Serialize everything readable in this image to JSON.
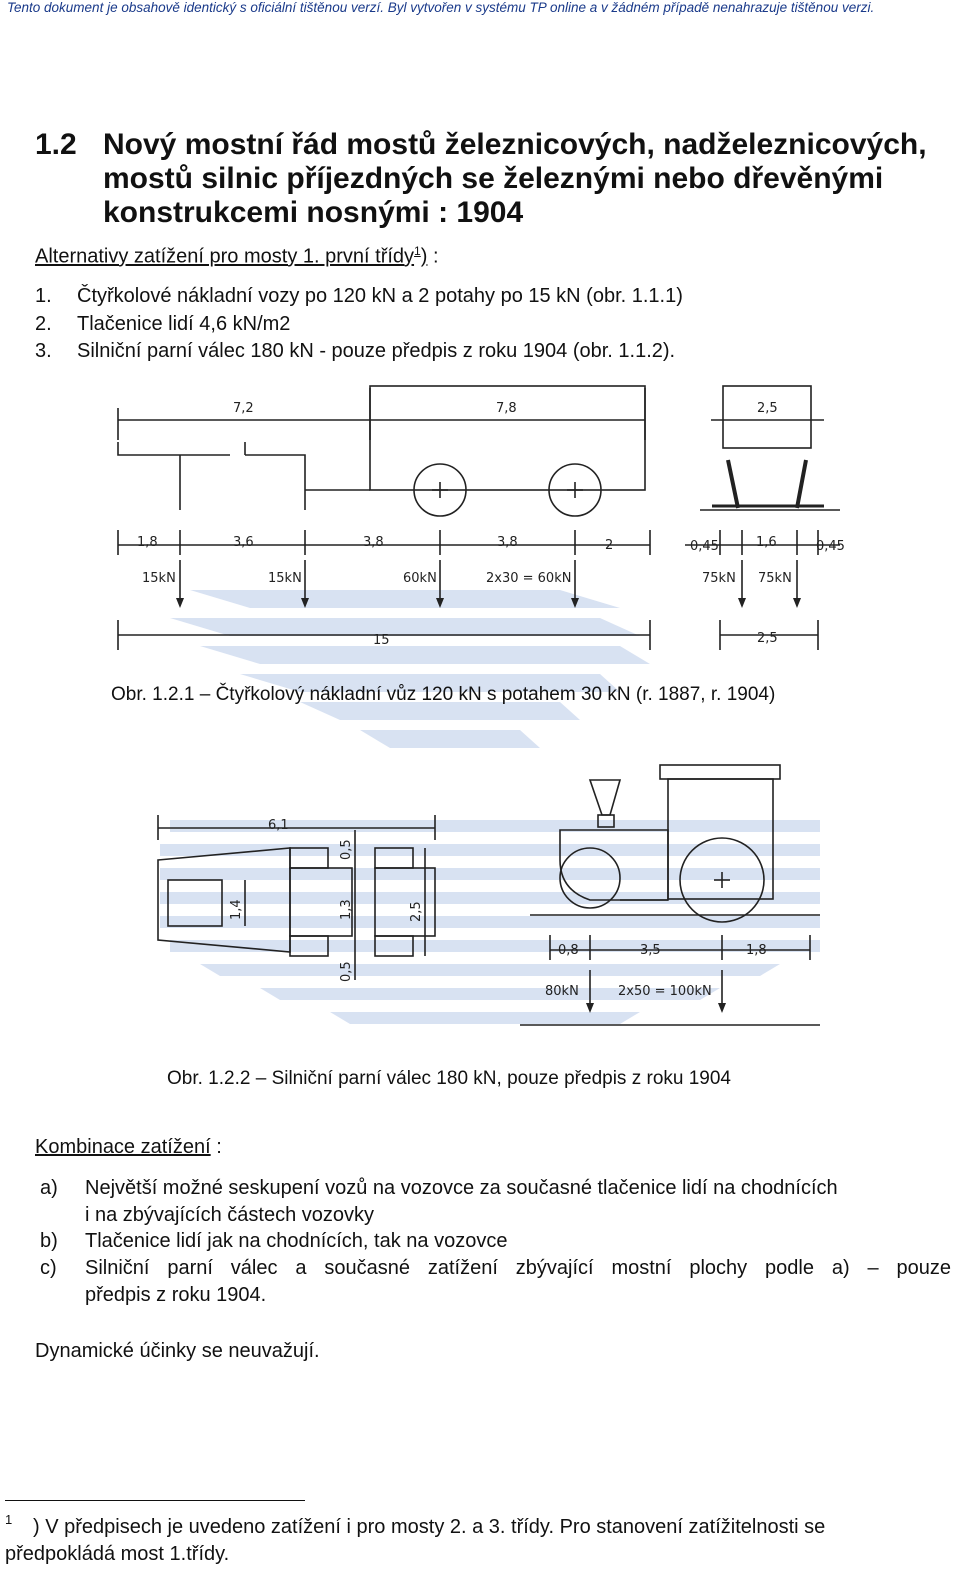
{
  "notice": "Tento dokument je obsahově identický s oficiální tištěnou verzí. Byl vytvořen v systému TP online a v žádném případě nenahrazuje tištěnou verzi.",
  "heading": {
    "number": "1.2",
    "line1": "Nový mostní řád mostů železnicových, nadželeznicových,",
    "line2": "mostů silnic příjezdných se železnými nebo dřevěnými",
    "line3": "konstrukcemi nosnými : 1904"
  },
  "alternatives": {
    "label": "Alternativy zatížení  pro mosty 1. první třídy",
    "footnote_mark": "1",
    "suffix": ") :",
    "items": [
      {
        "num": "1.",
        "text": "Čtyřkolové nákladní vozy po 120 kN a 2 potahy po 15 kN (obr. 1.1.1)"
      },
      {
        "num": "2.",
        "text": "Tlačenice lidí 4,6 kN/m2"
      },
      {
        "num": "3.",
        "text": "Silniční parní válec 180 kN - pouze předpis z roku 1904 (obr. 1.1.2)."
      }
    ]
  },
  "figure1": {
    "dims_top": [
      "7,2",
      "7,8",
      "2,5"
    ],
    "spacings": [
      "1,8",
      "3,6",
      "3,8",
      "3,8",
      "2"
    ],
    "loads": [
      "15kN",
      "15kN",
      "60kN",
      "2x30 = 60kN"
    ],
    "side_spacings": [
      "0,45",
      "1,6",
      "0,45"
    ],
    "side_loads": [
      "75kN",
      "75kN"
    ],
    "total_length": "15",
    "side_width": "2,5",
    "caption": "Obr. 1.2.1 – Čtyřkolový nákladní vůz 120 kN s potahem 30 kN (r. 1887, r. 1904)"
  },
  "figure2": {
    "plan_length": "6,1",
    "plan_dims": [
      "0,5",
      "1,4",
      "1,3",
      "2,5",
      "0,5"
    ],
    "spacings": [
      "0,8",
      "3,5",
      "1,8"
    ],
    "loads": [
      "80kN",
      "2x50 = 100kN"
    ],
    "caption": "Obr. 1.2.2 – Silniční parní válec 180 kN, pouze předpis z roku 1904"
  },
  "combinations": {
    "label": "Kombinace zatížení",
    "suffix": " :",
    "items": [
      {
        "label": "a)",
        "line1": "Největší možné seskupení vozů na vozovce za současné tlačenice lidí na chodnících",
        "line2": "i na zbývajících částech vozovky"
      },
      {
        "label": "b)",
        "line1": "Tlačenice lidí jak na chodnících, tak na vozovce"
      },
      {
        "label": "c)",
        "line1": "Silniční parní válec a současné zatížení zbývající mostní plochy podle a) – pouze",
        "line2": "předpis z roku 1904."
      }
    ]
  },
  "note": "Dynamické účinky se neuvažují.",
  "footnote": {
    "mark": "1",
    "line1": ") V předpisech je uvedeno zatížení i pro mosty 2. a 3. třídy. Pro stanovení zatížitelnosti se",
    "line2": "předpokládá most 1.třídy."
  }
}
